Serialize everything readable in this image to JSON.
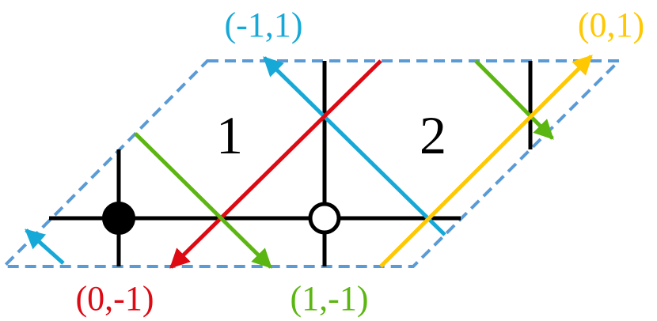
{
  "region_labels": {
    "one": "1",
    "two": "2"
  },
  "direction_labels": {
    "blue": "(-1,1)",
    "yellow": "(0,1)",
    "red": "(0,-1)",
    "green": "(1,-1)"
  },
  "colors": {
    "boundary": "#5b9bd5",
    "lattice": "#000000",
    "blue": "#16a9d8",
    "yellow": "#ffc800",
    "red": "#dd0a14",
    "green": "#5cb611",
    "filled_site": "#000000",
    "open_site": "#ffffff"
  },
  "sites": [
    {
      "kind": "filled"
    },
    {
      "kind": "open"
    }
  ]
}
